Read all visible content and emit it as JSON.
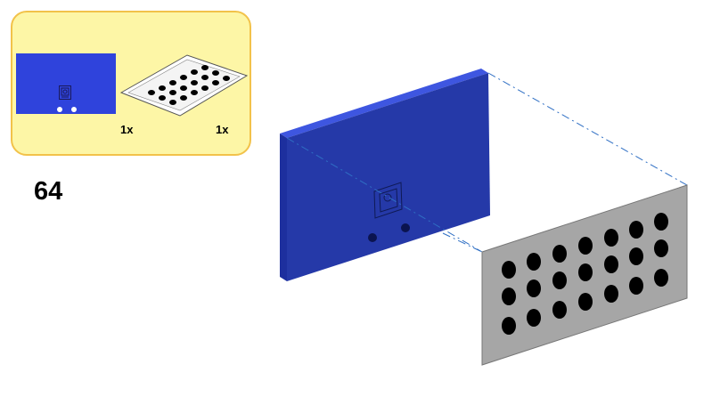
{
  "step": {
    "number": "64"
  },
  "parts": [
    {
      "name": "blue-panel",
      "quantity": "1x",
      "color": "#2f43dc"
    },
    {
      "name": "perforated-plate",
      "quantity": "1x",
      "color": "#d9d9d9"
    }
  ],
  "colors": {
    "panel_front": "#2539a8",
    "panel_side": "#1d2f9e",
    "panel_top": "#3e56e0",
    "plate_face": "#a6a6a6",
    "guide_line": "#2f6fc4",
    "parts_box_bg": "#fdf6a6",
    "parts_box_border": "#f2c24a"
  },
  "icons": {
    "mount": "mount-icon"
  }
}
